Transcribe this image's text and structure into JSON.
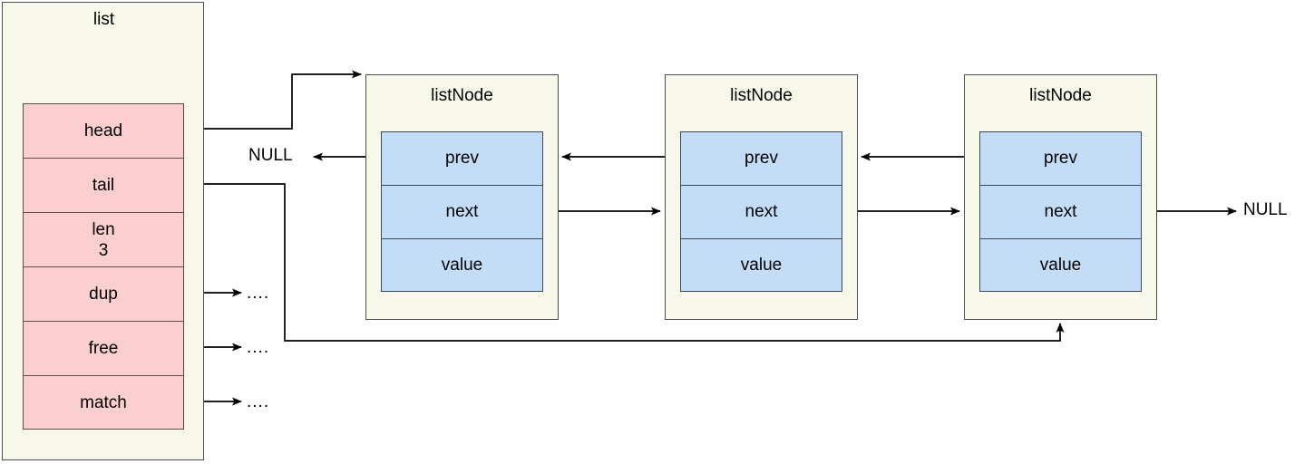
{
  "diagram": {
    "title_list": "list",
    "struct": {
      "name": "list",
      "fields": [
        {
          "label": "head",
          "value": ""
        },
        {
          "label": "tail",
          "value": ""
        },
        {
          "label": "len",
          "value": "3"
        },
        {
          "label": "dup",
          "value": ""
        },
        {
          "label": "free",
          "value": ""
        },
        {
          "label": "match",
          "value": ""
        }
      ]
    },
    "nodes": [
      {
        "title": "listNode",
        "fields": [
          "prev",
          "next",
          "value"
        ]
      },
      {
        "title": "listNode",
        "fields": [
          "prev",
          "next",
          "value"
        ]
      },
      {
        "title": "listNode",
        "fields": [
          "prev",
          "next",
          "value"
        ]
      }
    ],
    "labels": {
      "null_left": "NULL",
      "null_right": "NULL",
      "dots_dup": "....",
      "dots_free": "....",
      "dots_match": "...."
    },
    "colors": {
      "container_fill": "#f7f7ea",
      "container_stroke": "#4d4d4d",
      "struct_field_fill": "#fbcfcf",
      "struct_field_stroke": "#5a4a4a",
      "node_field_fill": "#c3ddf7",
      "node_field_stroke": "#3c4a5a",
      "arrow": "#000000",
      "page_background": "#ffffff"
    }
  }
}
